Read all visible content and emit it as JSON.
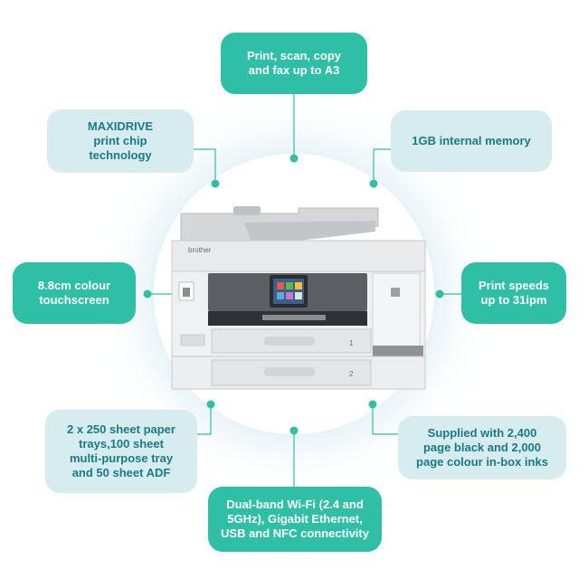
{
  "features": {
    "top": "Print, scan, copy\nand fax up to A3",
    "top_left": "MAXIDRIVE\nprint chip\ntechnology",
    "top_right": "1GB internal memory",
    "left": "8.8cm colour\ntouchscreen",
    "right": "Print speeds\nup to 31ipm",
    "bottom_left": "2 x 250 sheet paper\ntrays,100 sheet\nmulti-purpose tray\nand 50 sheet ADF",
    "bottom_right": "Supplied with 2,400\npage black and 2,000\npage colour in-box inks",
    "bottom": "Dual-band Wi-Fi (2.4 and\n5GHz), Gigabit Ethernet,\nUSB and NFC connectivity"
  },
  "printer": {
    "brand": "brother",
    "tray_1": "1",
    "tray_2": "2"
  },
  "colors": {
    "teal": "#2fbfa6",
    "light_blue": "#d6ecef",
    "light_text": "#1a7a86"
  }
}
